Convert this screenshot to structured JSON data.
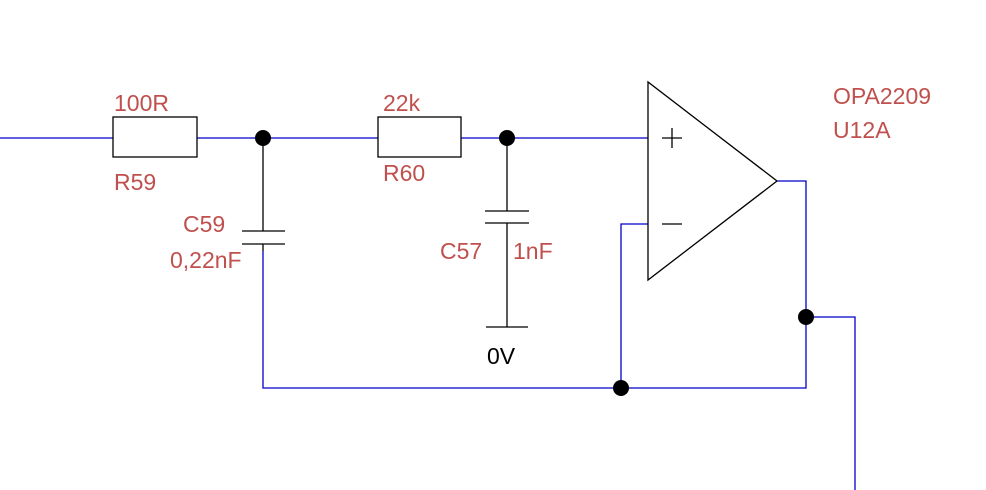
{
  "colors": {
    "wire": "#0000cc",
    "component": "#000000",
    "label": "#c0504d",
    "junction": "#000000",
    "background": "#ffffff"
  },
  "components": {
    "r59": {
      "value": "100R",
      "ref": "R59"
    },
    "r60": {
      "value": "22k",
      "ref": "R60"
    },
    "c59": {
      "ref": "C59",
      "value": "0,22nF"
    },
    "c57": {
      "ref": "C57",
      "value": "1nF"
    },
    "opamp": {
      "part": "OPA2209",
      "ref": "U12A",
      "plus": "+",
      "minus": "−"
    }
  },
  "ground": {
    "label": "0V"
  }
}
